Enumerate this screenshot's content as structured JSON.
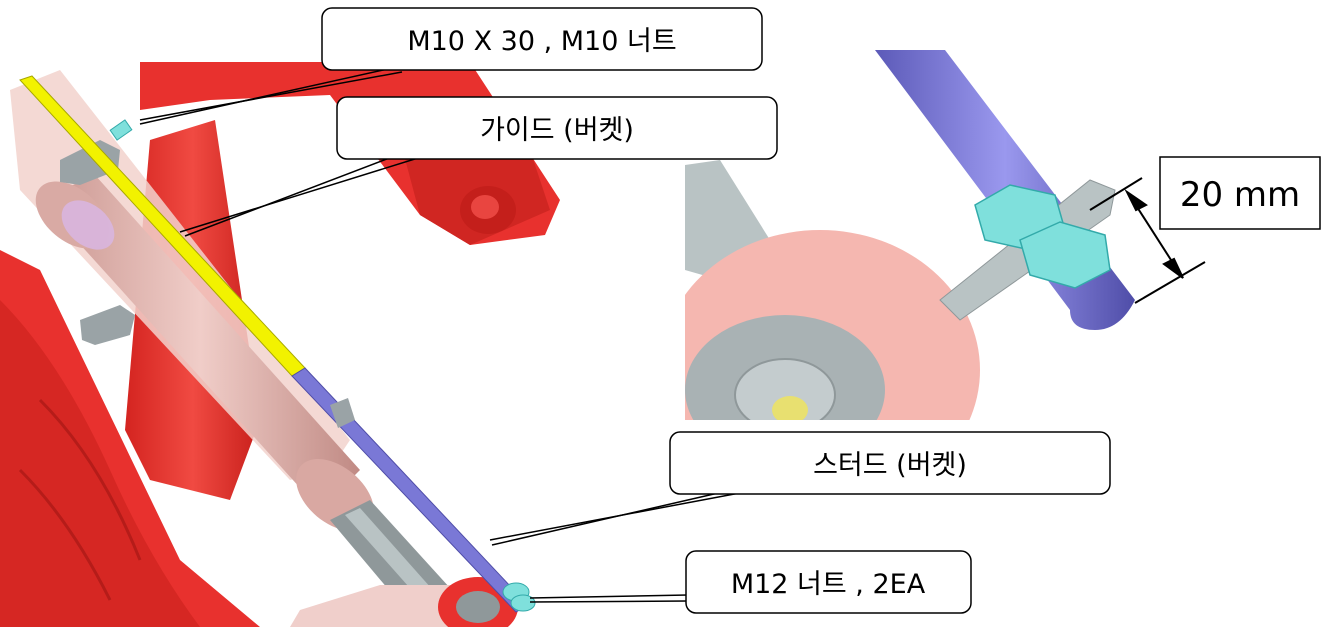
{
  "callouts": {
    "bolt_nut": "M10 X 30 , M10 너트",
    "guide_bucket": "가이드 (버켓)",
    "stud_bucket": "스터드 (버켓)",
    "m12_nut": "M12 너트 , 2EA"
  },
  "dimension": {
    "label": "20 mm"
  },
  "colors": {
    "frame_red": "#e8312e",
    "shaft_pink": "#e4b8b2",
    "rod_yellow": "#f2f200",
    "rod_blue": "#7a78d6",
    "nut_cyan": "#7fe0dc",
    "plate_gray": "#b9c3c4"
  }
}
